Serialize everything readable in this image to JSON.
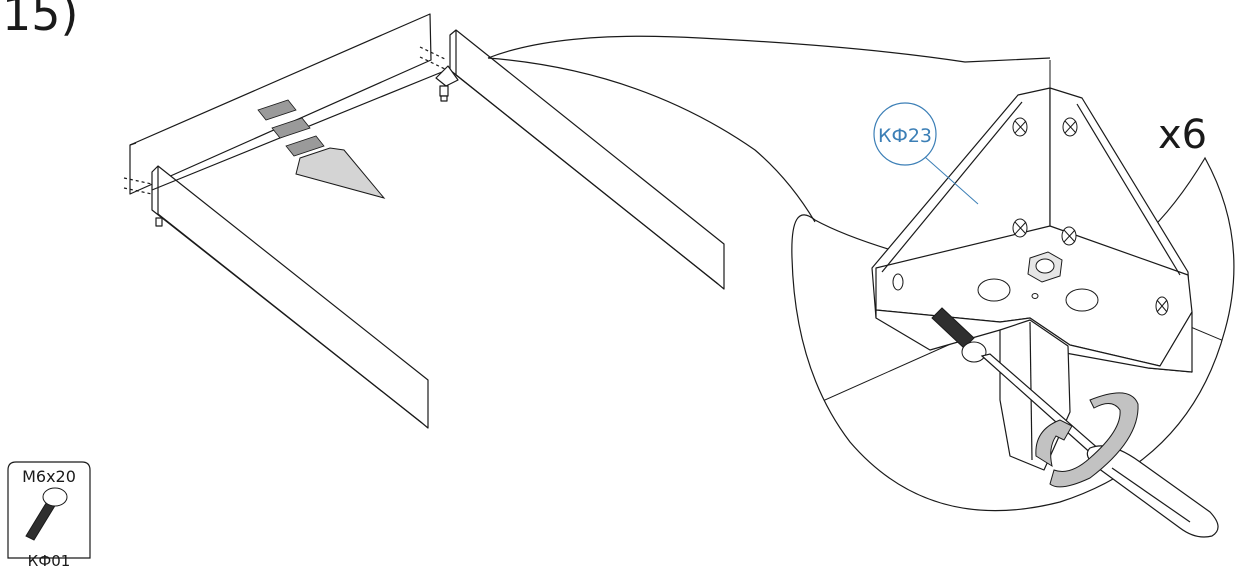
{
  "step_number": "15)",
  "multiplier": "x6",
  "detail_part_label": "КФ23",
  "hardware": {
    "size": "M6x20",
    "code": "КФ01"
  },
  "colors": {
    "ink": "#1a1a1a",
    "label_blue": "#3c7fb6",
    "arrow_fill": "#d4d4d4",
    "arrow_band": "#9a9a9a",
    "rotation_band": "#c2c2c2"
  }
}
